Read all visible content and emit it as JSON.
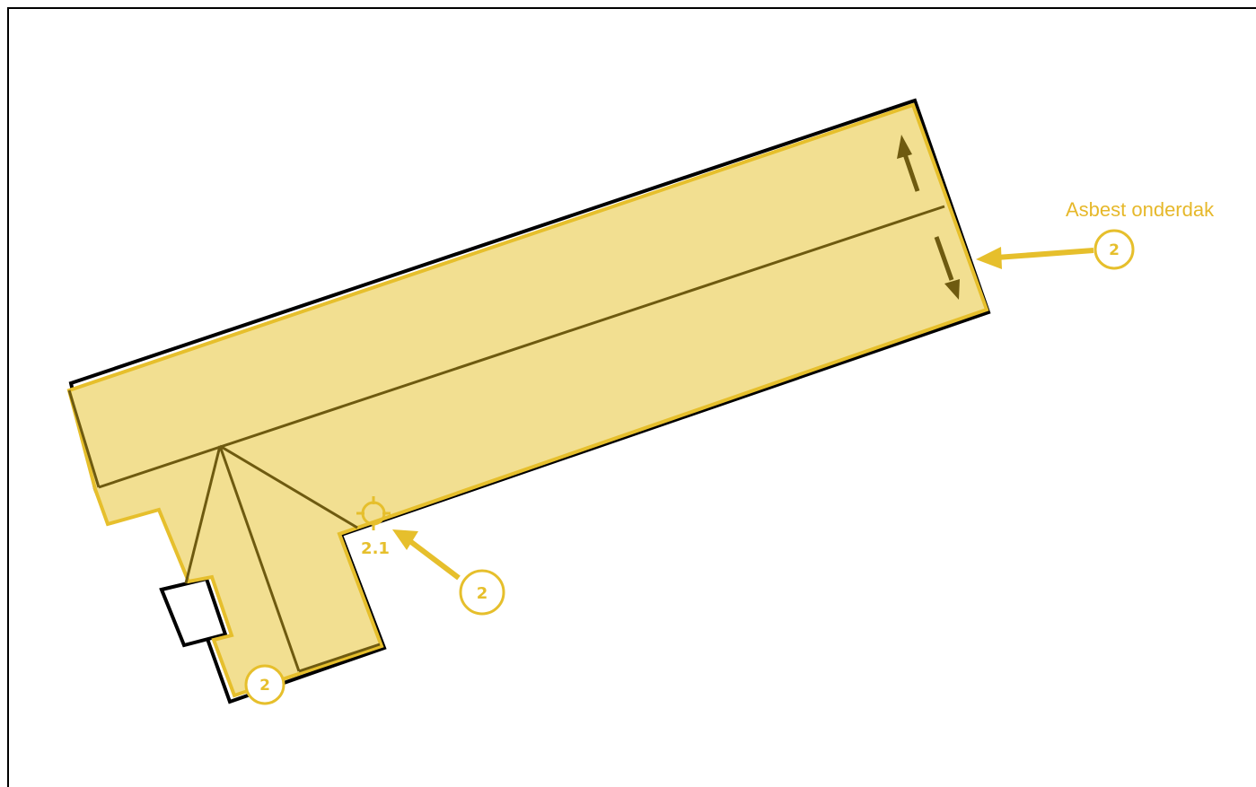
{
  "annotations": {
    "material_label": "Asbest onderdak",
    "badge_right": "2",
    "badge_middle": "2",
    "badge_bottom": "2",
    "point_label": "2.1"
  },
  "colors": {
    "fill": "#f2df91",
    "outline": "#e6bf2c",
    "ridge": "#6e5a10",
    "black": "#000000",
    "label": "#e6b82a"
  }
}
